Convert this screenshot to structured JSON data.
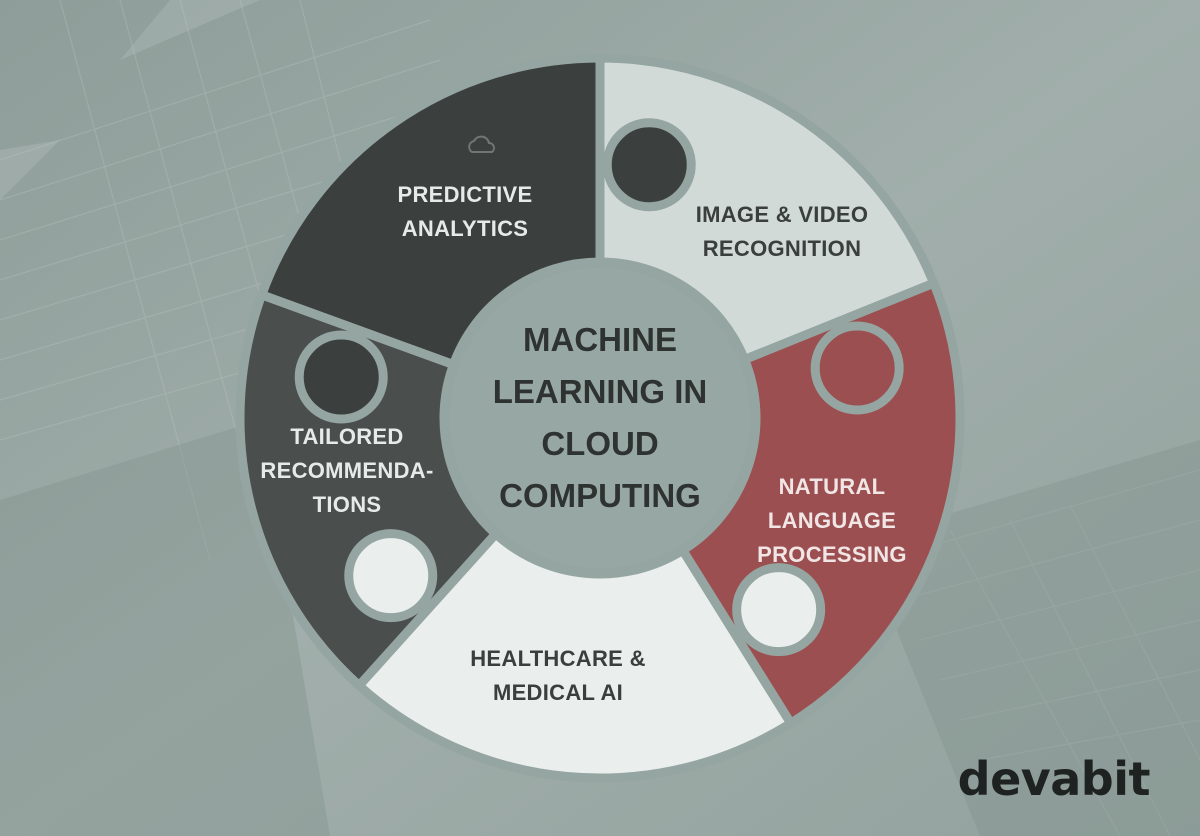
{
  "diagram": {
    "center_title_lines": [
      "MACHINE",
      "LEARNING IN",
      "CLOUD",
      "COMPUTING"
    ],
    "segments": [
      {
        "label_lines": [
          "PREDICTIVE",
          "ANALYTICS"
        ],
        "fill": "#3b403e",
        "text_color": "#e6ebe9",
        "icon_name": "cloud-icon"
      },
      {
        "label_lines": [
          "IMAGE & VIDEO",
          "RECOGNITION"
        ],
        "fill": "#d2dad8",
        "text_color": "#3a3f3d"
      },
      {
        "label_lines": [
          "NATURAL",
          "LANGUAGE",
          "PROCESSING"
        ],
        "fill": "#9b4f50",
        "text_color": "#f1e5e5"
      },
      {
        "label_lines": [
          "HEALTHCARE &",
          "MEDICAL AI"
        ],
        "fill": "#eaeeed",
        "text_color": "#3a3f3d"
      },
      {
        "label_lines": [
          "TAILORED",
          "RECOMMENDA-",
          "TIONS"
        ],
        "fill": "#4a4e4d",
        "text_color": "#e6ebe9"
      }
    ],
    "center_fill": "#97a8a4",
    "center_text_color": "#2e3331",
    "gap_color": "#95a5a1"
  },
  "brand": {
    "name": "devabit",
    "color": "#1e2220"
  },
  "background": {
    "color": "#9fadaa"
  }
}
